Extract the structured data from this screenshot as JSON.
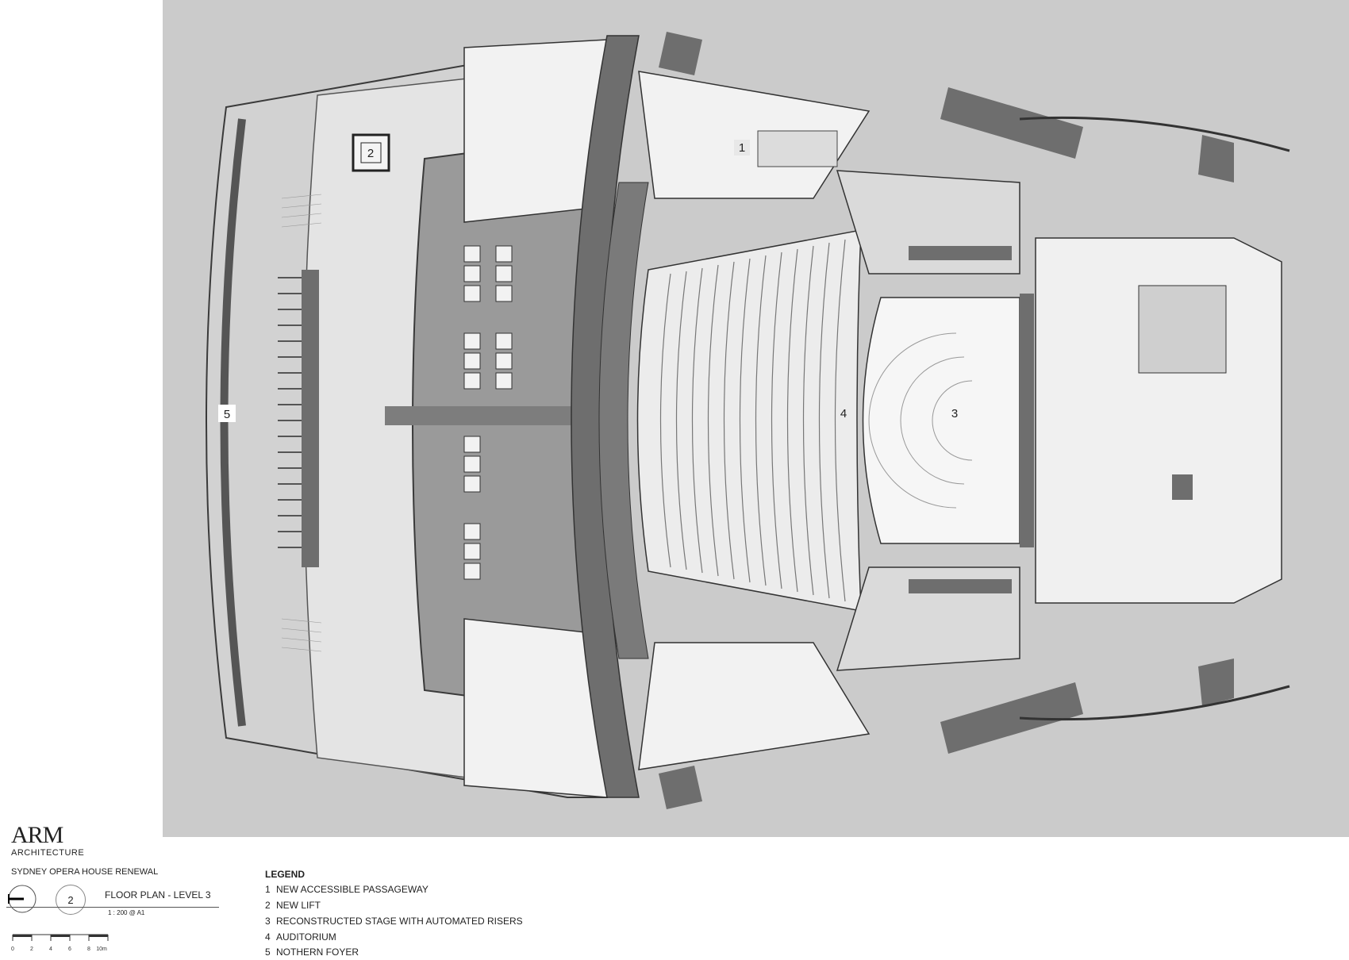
{
  "drawing": {
    "room_labels": [
      {
        "num": "1"
      },
      {
        "num": "2"
      },
      {
        "num": "3"
      },
      {
        "num": "4"
      },
      {
        "num": "5"
      }
    ]
  },
  "titleblock": {
    "logo_mark": "ARM",
    "logo_sub": "ARCHITECTURE",
    "project": "SYDNEY OPERA HOUSE RENEWAL",
    "drawing_number": "2",
    "drawing_title": "FLOOR PLAN - LEVEL 3",
    "scale": "1 : 200 @ A1",
    "scalebar_ticks": [
      "0",
      "2",
      "4",
      "6",
      "8",
      "10m"
    ]
  },
  "legend": {
    "title": "LEGEND",
    "items": [
      {
        "num": "1",
        "label": "NEW ACCESSIBLE PASSAGEWAY"
      },
      {
        "num": "2",
        "label": "NEW LIFT"
      },
      {
        "num": "3",
        "label": "RECONSTRUCTED STAGE WITH AUTOMATED RISERS"
      },
      {
        "num": "4",
        "label": "AUDITORIUM"
      },
      {
        "num": "5",
        "label": "NOTHERN FOYER"
      }
    ]
  },
  "colors": {
    "site": "#c8c8c8",
    "floor": "#e6e6e6",
    "wall": "#6e6e6e",
    "room": "#f4f4f4",
    "line": "#3a3a3a"
  }
}
